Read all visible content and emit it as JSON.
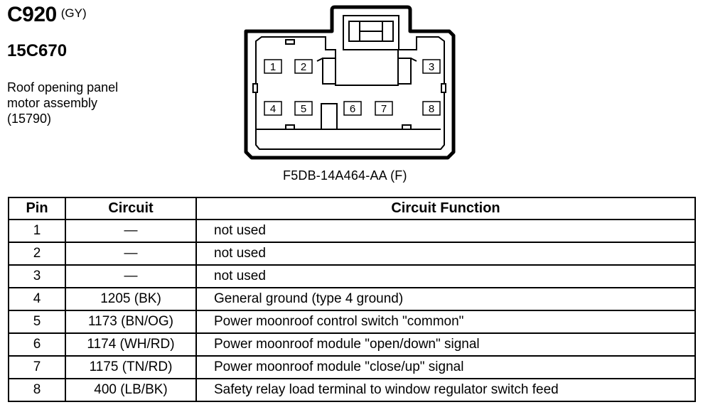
{
  "connector": {
    "code": "C920",
    "color": "(GY)",
    "part_number": "15C670",
    "description_lines": [
      "Roof opening panel",
      "motor assembly",
      "(15790)"
    ],
    "label": "F5DB-14A464-AA (F)",
    "pin_numbers": [
      "1",
      "2",
      "3",
      "4",
      "5",
      "6",
      "7",
      "8"
    ]
  },
  "table": {
    "headers": [
      "Pin",
      "Circuit",
      "Circuit Function"
    ],
    "rows": [
      {
        "pin": "1",
        "circuit": "—",
        "function": "not used"
      },
      {
        "pin": "2",
        "circuit": "—",
        "function": "not used"
      },
      {
        "pin": "3",
        "circuit": "—",
        "function": "not used"
      },
      {
        "pin": "4",
        "circuit": "1205 (BK)",
        "function": "General ground (type 4 ground)"
      },
      {
        "pin": "5",
        "circuit": "1173 (BN/OG)",
        "function": "Power moonroof control switch \"common\""
      },
      {
        "pin": "6",
        "circuit": "1174 (WH/RD)",
        "function": "Power moonroof module \"open/down\" signal"
      },
      {
        "pin": "7",
        "circuit": "1175 (TN/RD)",
        "function": "Power moonroof module \"close/up\" signal"
      },
      {
        "pin": "8",
        "circuit": "400 (LB/BK)",
        "function": "Safety relay load terminal to window regulator switch feed"
      }
    ]
  }
}
